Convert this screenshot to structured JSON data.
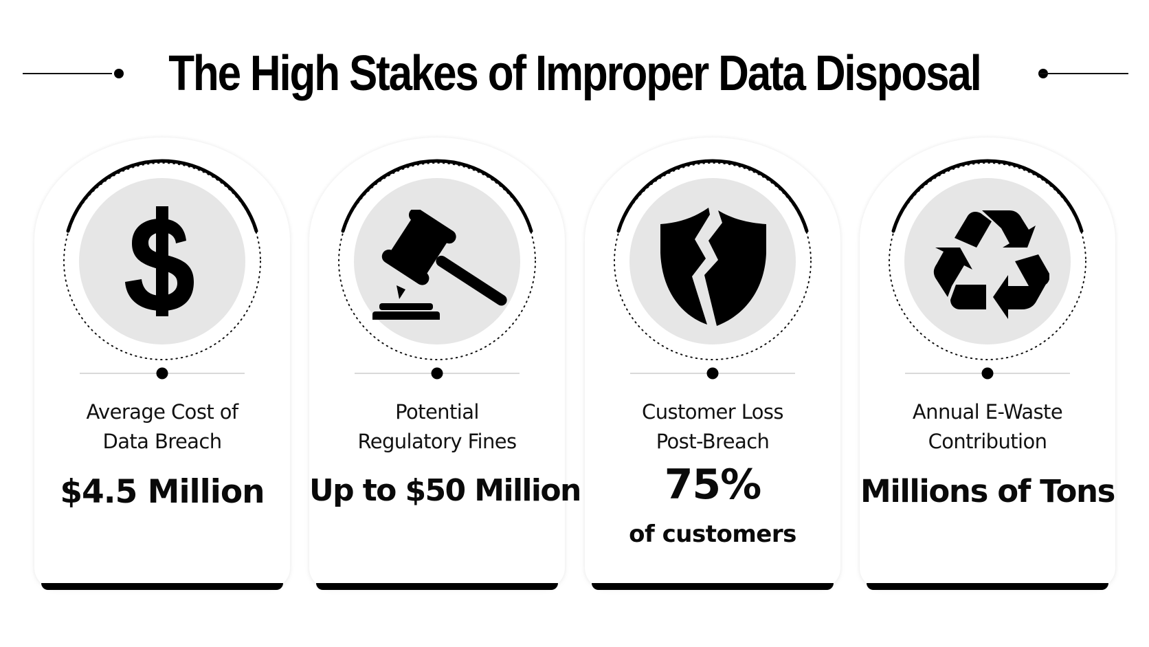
{
  "header": {
    "title": "The High Stakes of Improper Data Disposal"
  },
  "colors": {
    "ink": "#000000",
    "icon_disc": "#e6e6e6",
    "divider": "#d9d9d9",
    "card_bg": "#ffffff"
  },
  "cards": [
    {
      "icon": "dollar-sign-icon",
      "label_lines": [
        "Average Cost of",
        "Data Breach"
      ],
      "value": "$4.5 Million",
      "sub": ""
    },
    {
      "icon": "gavel-icon",
      "label_lines": [
        "Potential",
        "Regulatory Fines"
      ],
      "value": "Up to $50 Million",
      "sub": ""
    },
    {
      "icon": "broken-shield-icon",
      "label_lines": [
        "Customer Loss",
        "Post-Breach"
      ],
      "value": "75%",
      "sub": "of customers"
    },
    {
      "icon": "recycle-icon",
      "label_lines": [
        "Annual E-Waste",
        "Contribution"
      ],
      "value": "Millions of Tons",
      "sub": ""
    }
  ]
}
